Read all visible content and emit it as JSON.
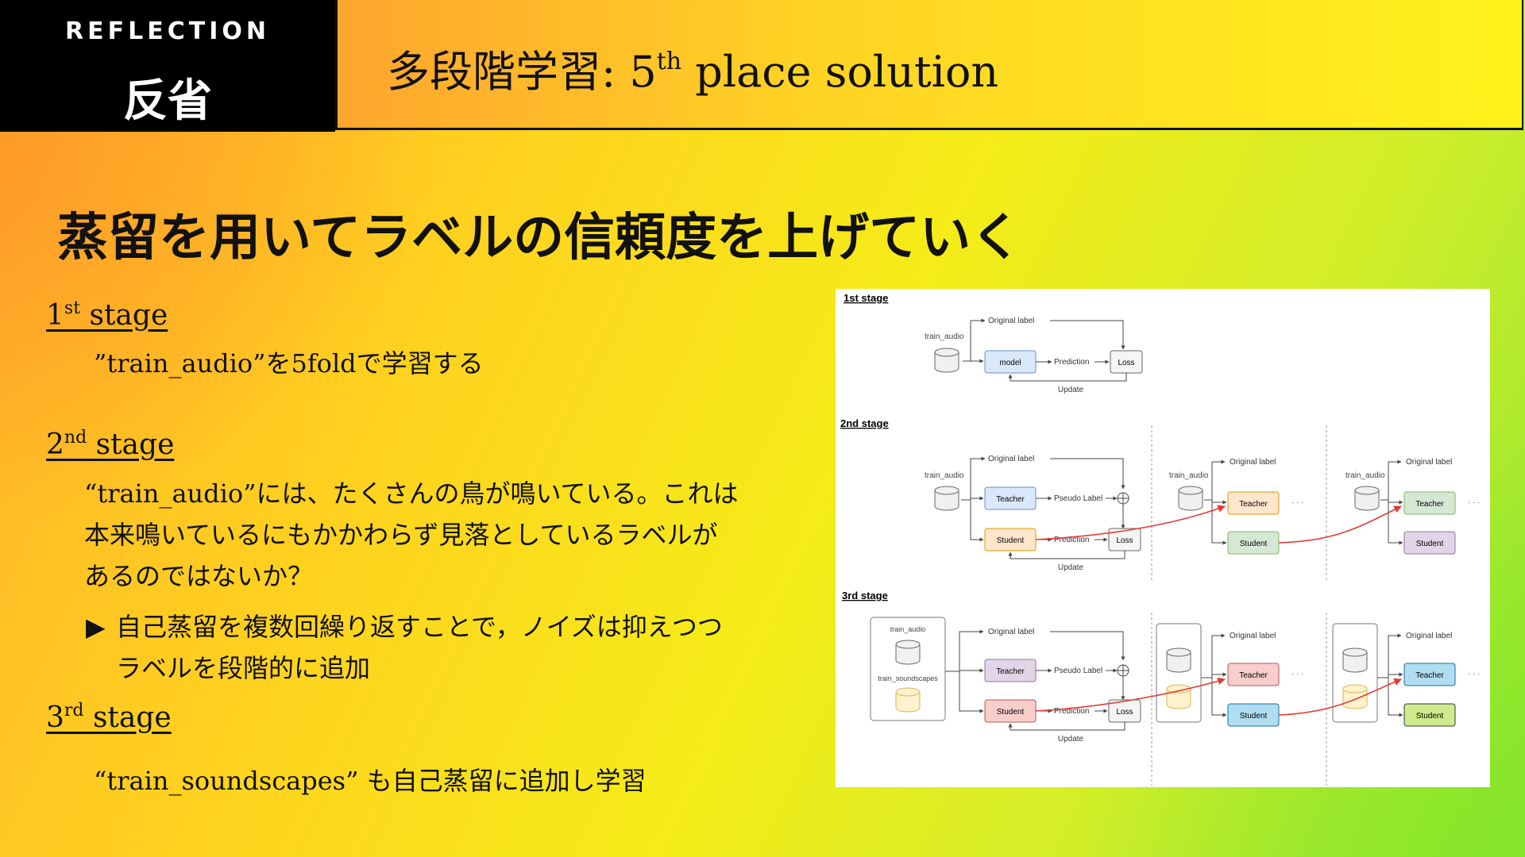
{
  "header": {
    "brand_en": "REFLECTION",
    "brand_ja": "反省",
    "title_prefix": "多段階学習: 5",
    "title_sup": "th",
    "title_suffix": " place solution"
  },
  "subtitle": "蒸留を用いてラベルの信頼度を上げていく",
  "stages": {
    "s1": {
      "num": "1",
      "sup": "st",
      "word": " stage",
      "text": "”train_audio”を5foldで学習する"
    },
    "s2": {
      "num": "2",
      "sup": "nd",
      "word": " stage",
      "lines": [
        "“train_audio”には、たくさんの鳥が鳴いている。これは",
        "本来鳴いているにもかかわらず見落としているラベルが",
        "あるのではないか？"
      ],
      "bullet_marker": "▶",
      "bullet_lines": [
        "自己蒸留を複数回繰り返すことで，ノイズは抑えつつ",
        "ラベルを段階的に追加"
      ]
    },
    "s3": {
      "num": "3",
      "sup": "rd",
      "word": " stage",
      "text": "“train_soundscapes” も自己蒸留に追加し学習"
    }
  },
  "figure": {
    "stage1_label": "1st stage",
    "stage2_label": "2nd stage",
    "stage3_label": "3rd stage",
    "original_label": "Original label",
    "train_audio": "train_audio",
    "train_soundscapes": "train_soundscapes",
    "model": "model",
    "prediction": "Prediction",
    "loss": "Loss",
    "update": "Update",
    "teacher": "Teacher",
    "student": "Student",
    "pseudo_label": "Pseudo Label",
    "dots": "· · ·"
  },
  "colors": {
    "model_fill": "#dae8fc",
    "model_stroke": "#6c8ebf",
    "teacher_blue_fill": "#dae8fc",
    "student_orange_fill": "#ffe6cc",
    "student_orange_stroke": "#d79b00",
    "teacher_orange_fill": "#ffe6cc",
    "student_green_fill": "#d5e8d4",
    "student_green_stroke": "#82b366",
    "teacher_green_fill": "#d5e8d4",
    "student_purple_fill": "#e1d5e7",
    "student_purple_stroke": "#9673a6",
    "teacher_purple_fill": "#e1d5e7",
    "teacher_pink_fill": "#f8cecc",
    "teacher_pink_stroke": "#b85450",
    "teacher_cyan_fill": "#b1ddf0",
    "teacher_cyan_stroke": "#10739e",
    "student_lime_fill": "#cdeb8b",
    "student_lime_stroke": "#36393d",
    "arrow_red": "#e53935"
  }
}
